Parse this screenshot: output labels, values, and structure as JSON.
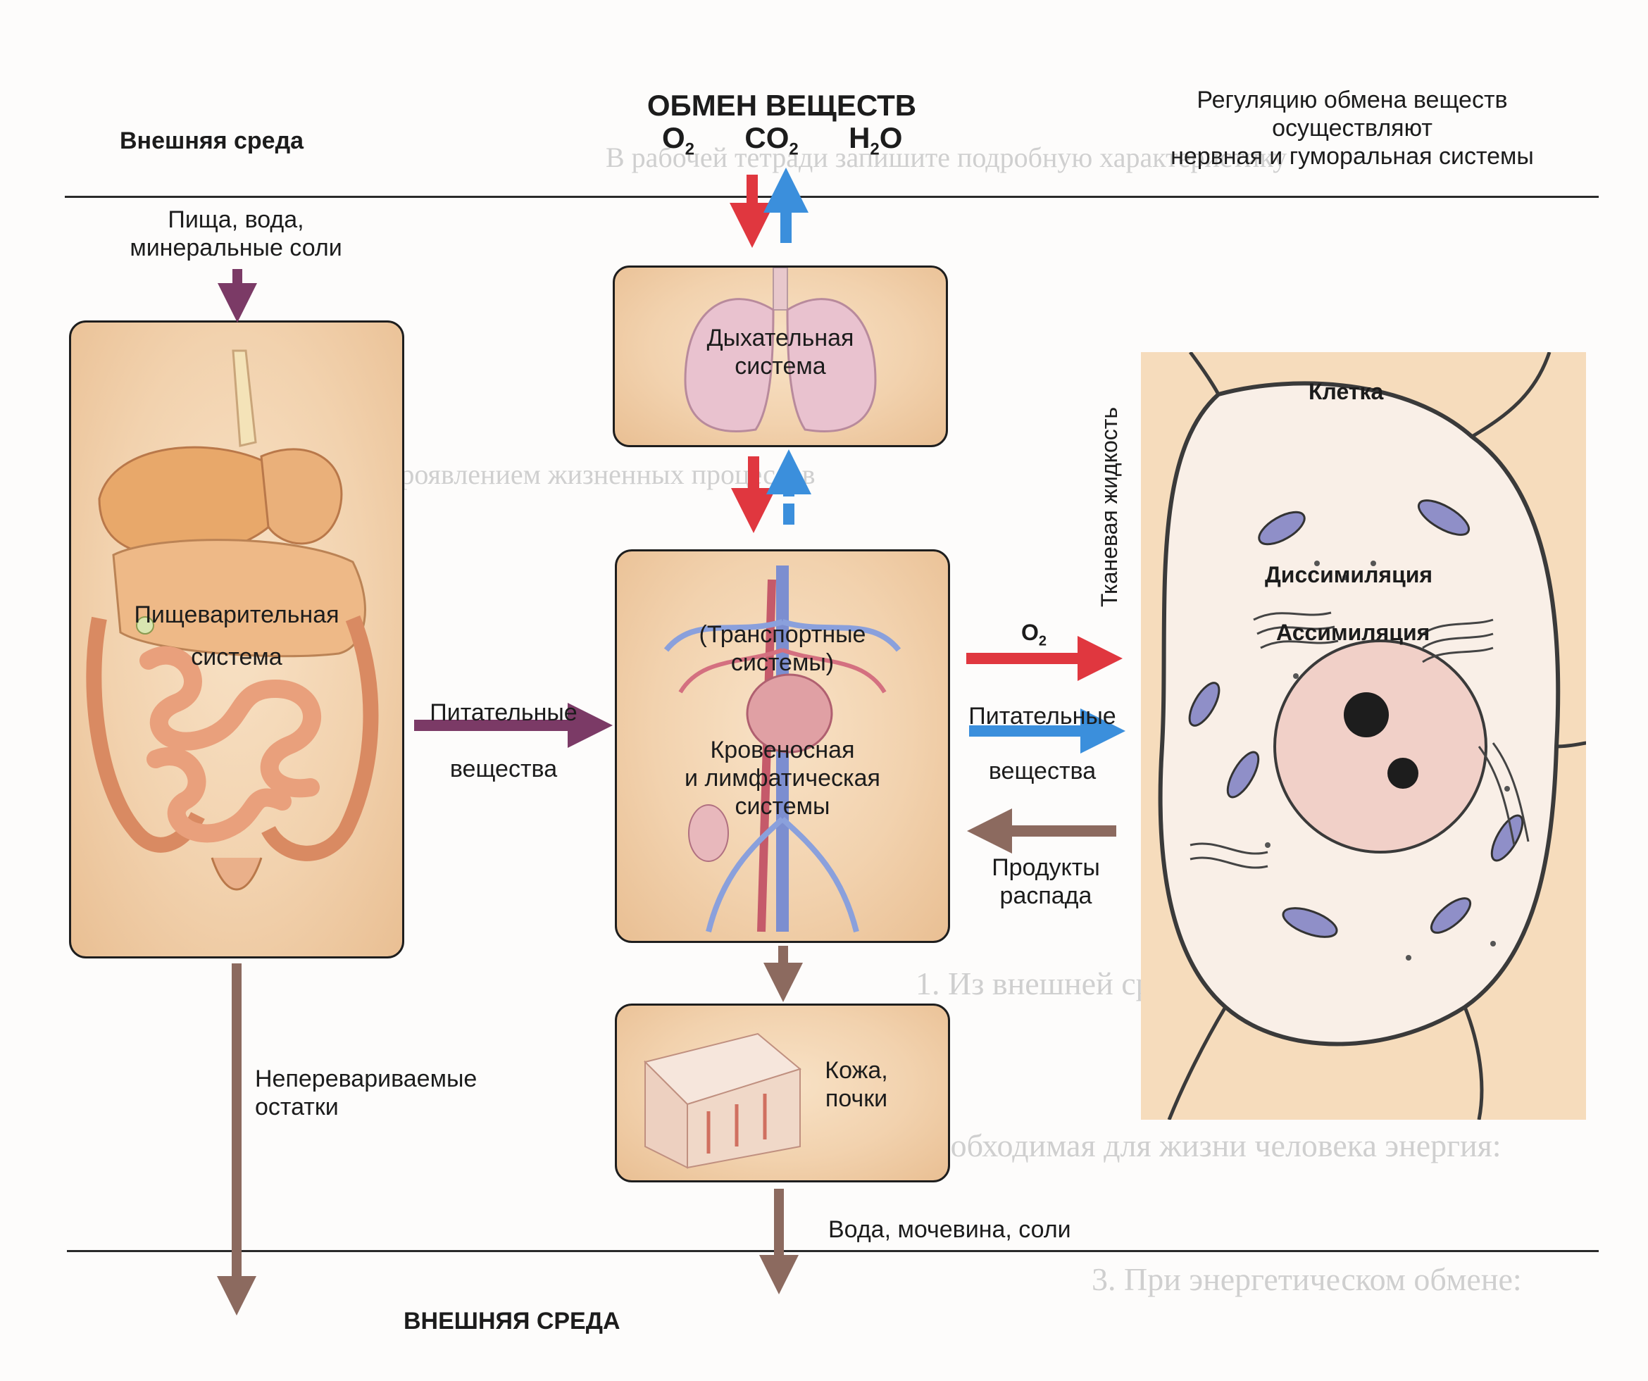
{
  "header": {
    "external_env": "Внешняя среда",
    "title": "ОБМЕН ВЕЩЕСТВ",
    "gas_o2": "O",
    "gas_co2": "CO",
    "gas_h2o_left": "H",
    "gas_h2o_right": "O",
    "sub_2": "2",
    "regulation_line1": "Регуляцию обмена веществ",
    "regulation_line2": "осуществляют",
    "regulation_line3": "нервная и гуморальная системы"
  },
  "inputs": {
    "food_line1": "Пища, вода,",
    "food_line2": "минеральные соли"
  },
  "systems": {
    "digestive_line1": "Пищеварительная",
    "digestive_line2": "система",
    "respiratory_line1": "Дыхательная",
    "respiratory_line2": "система",
    "transport_line1": "(Транспортные",
    "transport_line2": "системы)",
    "blood_line1": "Кровеносная",
    "blood_line2": "и лимфатическая",
    "blood_line3": "системы",
    "excretory_line1": "Кожа,",
    "excretory_line2": "почки"
  },
  "flows": {
    "nutrients_line1": "Питательные",
    "nutrients_line2": "вещества",
    "cell_o2": "O",
    "cell_nutrients_line1": "Питательные",
    "cell_nutrients_line2": "вещества",
    "decay_line1": "Продукты",
    "decay_line2": "распада",
    "undigested_line1": "Неперевариваемые",
    "undigested_line2": "остатки",
    "excreted": "Вода, мочевина, соли"
  },
  "cell": {
    "tissue_fluid": "Тканевая жидкость",
    "cell_label": "Клетка",
    "dissimilation": "Диссимиляция",
    "assimilation": "Ассимиляция"
  },
  "footer": {
    "external_env": "ВНЕШНЯЯ СРЕДА"
  },
  "colors": {
    "red_arrow": "#e0373f",
    "blue_arrow": "#3b8fdc",
    "purple_arrow": "#7b3a66",
    "brown_arrow": "#8c6a5f",
    "box_fill": "#f3d4b0",
    "cell_fill": "#f6e2cf"
  }
}
